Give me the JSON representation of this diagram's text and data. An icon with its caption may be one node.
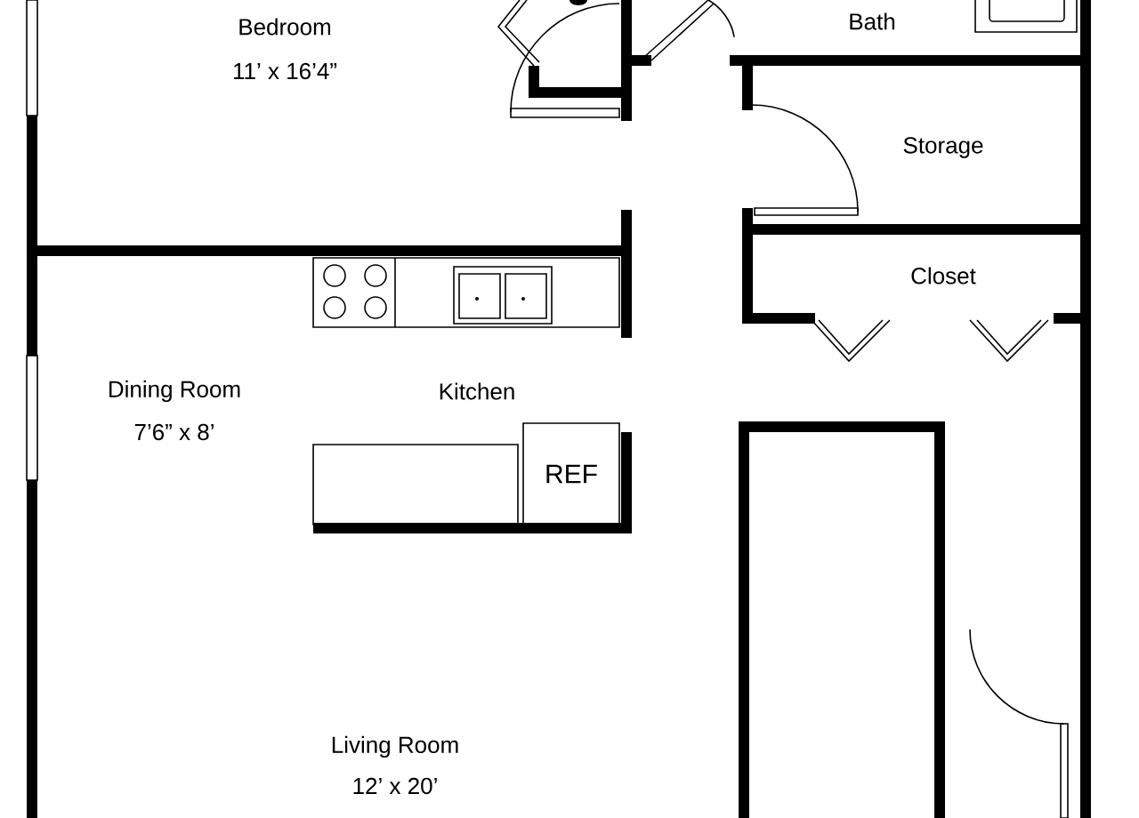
{
  "diagram": {
    "nodes": [
      {
        "text": [
          "REF"
        ]
      }
    ],
    "labels": [
      "Bedroom",
      "11’ x 16’4”",
      "Bath",
      "Storage",
      "Closet",
      "Dining Room",
      "7’6” x 8’",
      "Kitchen",
      "Living Room",
      "12’ x 20’"
    ]
  }
}
